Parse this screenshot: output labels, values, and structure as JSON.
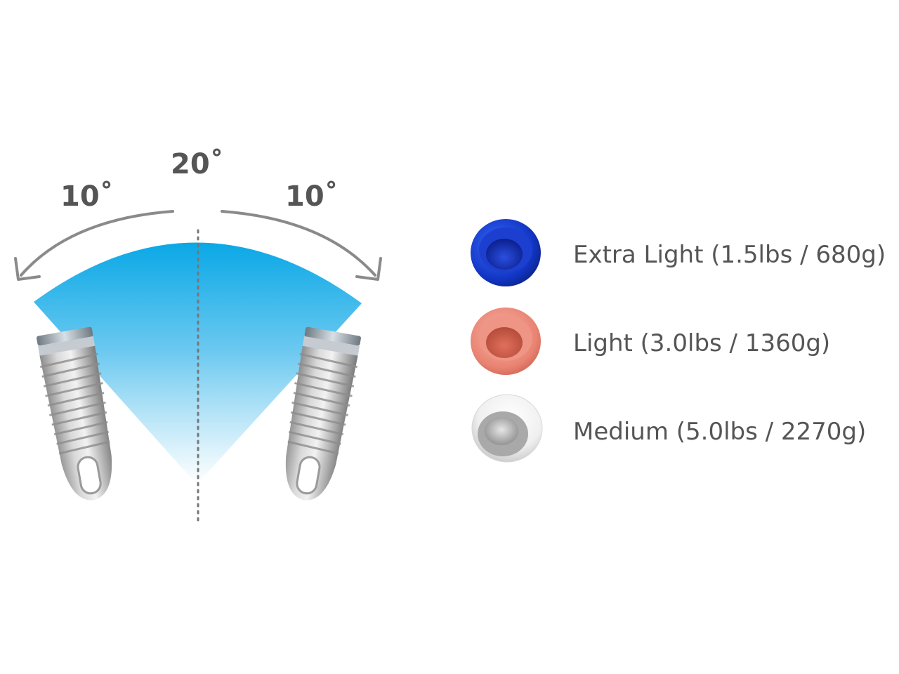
{
  "angle_diagram": {
    "total_angle": "20˚",
    "left_angle": "10˚",
    "right_angle": "10˚",
    "fan_color": "#1fb3ea",
    "arrow_color": "#8a8a8a"
  },
  "legend": {
    "items": [
      {
        "label": "Extra Light (1.5lbs / 680g)",
        "color": "#1a3fd6",
        "icon": "blue-cap-icon"
      },
      {
        "label": "Light (3.0lbs / 1360g)",
        "color": "#e8806f",
        "icon": "pink-cap-icon"
      },
      {
        "label": "Medium (5.0lbs / 2270g)",
        "color": "#cfcfcf",
        "icon": "grey-cap-icon"
      }
    ]
  }
}
